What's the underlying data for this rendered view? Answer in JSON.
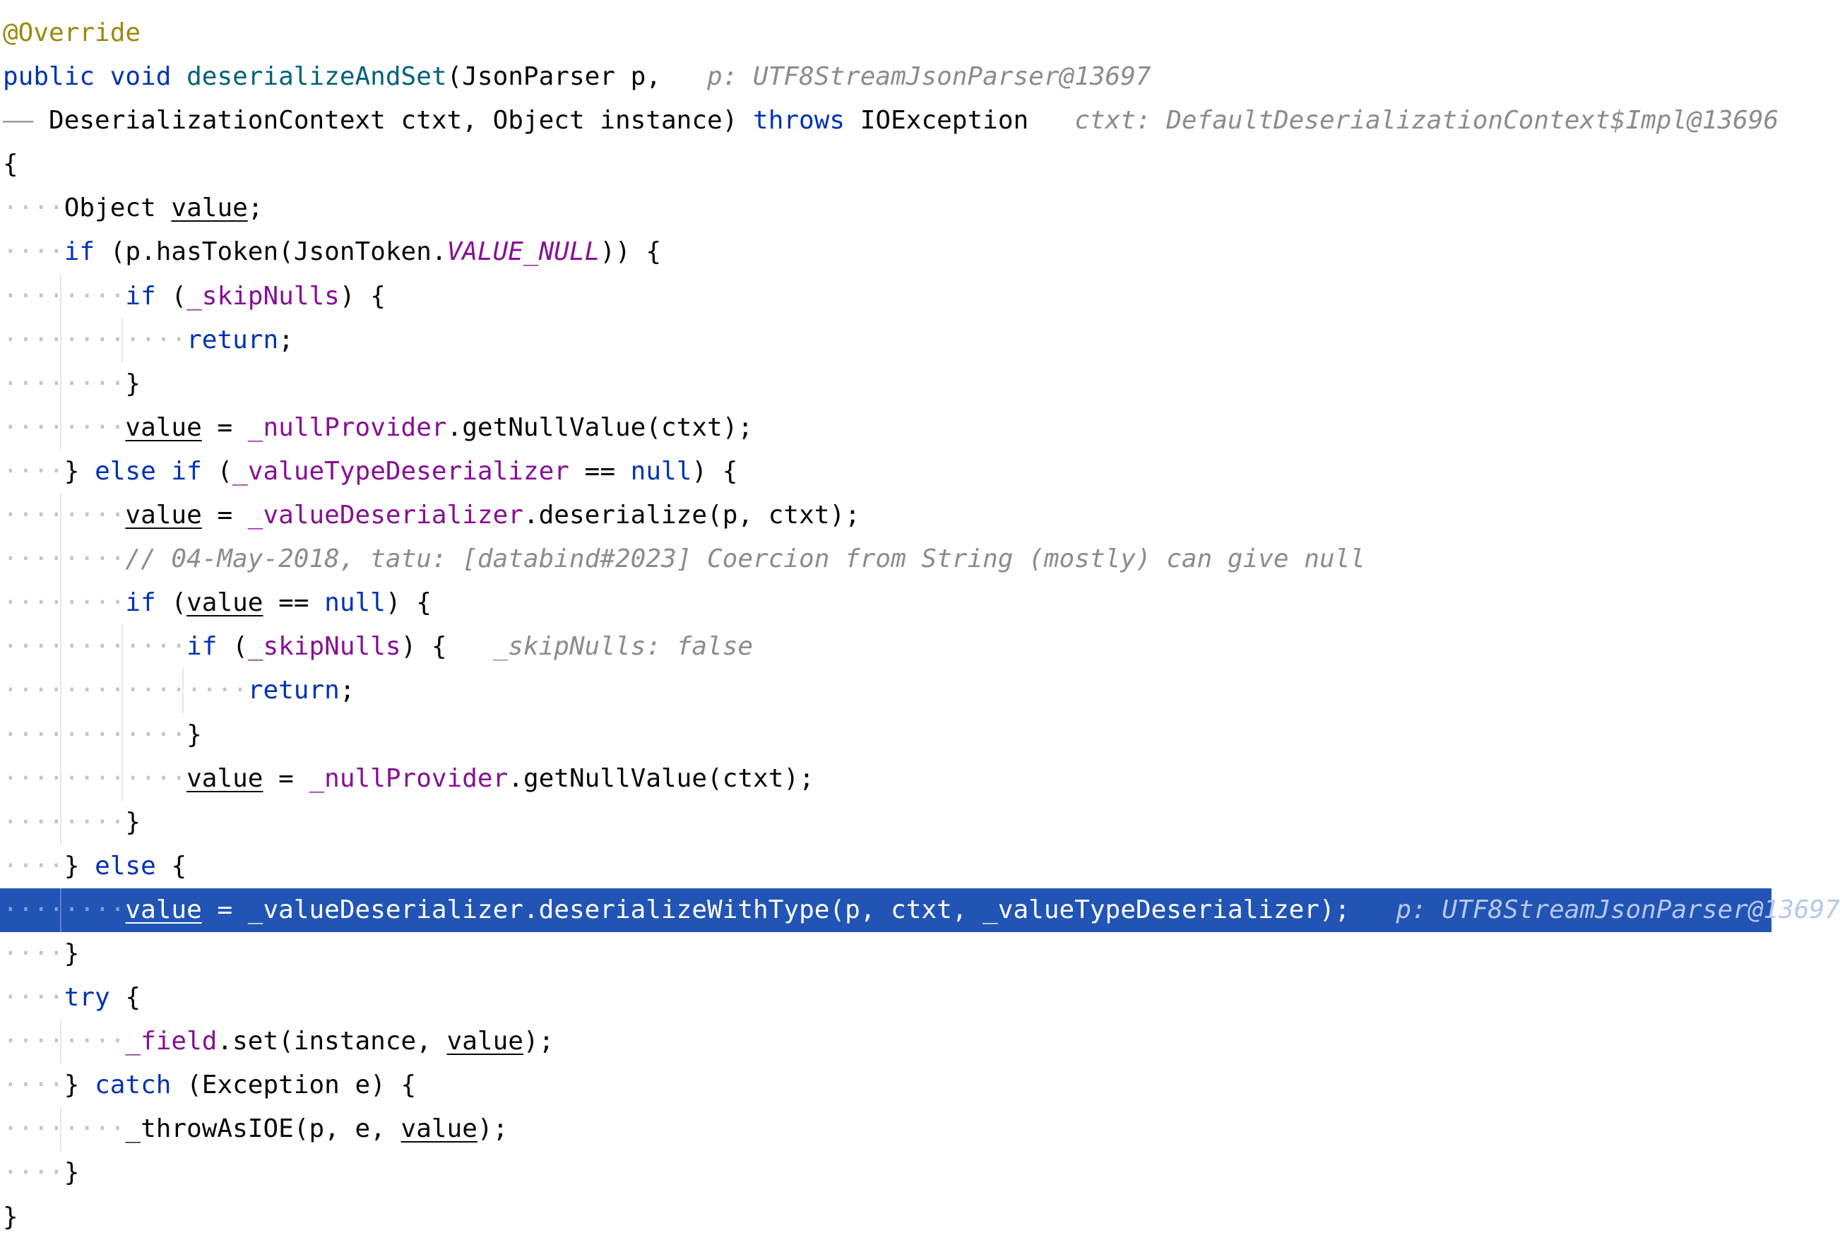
{
  "editor": {
    "current_line_index": 20,
    "colors": {
      "background": "#ffffff",
      "current_line": "#2154b5",
      "keyword": "#0033b3",
      "annotation": "#9e880d",
      "method": "#00627a",
      "field": "#871094",
      "comment": "#8c8c8c",
      "inline_hint": "#8c8c8c"
    },
    "lines": [
      {
        "indent": 0,
        "tokens": [
          {
            "k": "ann",
            "t": "@Override"
          }
        ]
      },
      {
        "indent": 0,
        "tokens": [
          {
            "k": "kw",
            "t": "public void "
          },
          {
            "k": "fn",
            "t": "deserializeAndSet"
          },
          {
            "k": "plain",
            "t": "(JsonParser p,"
          },
          {
            "k": "hint",
            "t": "   p: UTF8StreamJsonParser@13697"
          }
        ]
      },
      {
        "indent": 0,
        "tokens": [
          {
            "k": "wrap",
            "t": "—— "
          },
          {
            "k": "plain",
            "t": "DeserializationContext ctxt, Object instance) "
          },
          {
            "k": "kw",
            "t": "throws "
          },
          {
            "k": "plain",
            "t": "IOException"
          },
          {
            "k": "hint",
            "t": "   ctxt: DefaultDeserializationContext$Impl@13696"
          }
        ]
      },
      {
        "indent": 0,
        "tokens": [
          {
            "k": "plain",
            "t": "{"
          }
        ]
      },
      {
        "indent": 1,
        "tokens": [
          {
            "k": "plain",
            "t": "Object "
          },
          {
            "k": "var",
            "t": "value"
          },
          {
            "k": "plain",
            "t": ";"
          }
        ]
      },
      {
        "indent": 1,
        "tokens": [
          {
            "k": "kw",
            "t": "if "
          },
          {
            "k": "plain",
            "t": "(p.hasToken(JsonToken."
          },
          {
            "k": "const",
            "t": "VALUE_NULL"
          },
          {
            "k": "plain",
            "t": ")) {"
          }
        ]
      },
      {
        "indent": 2,
        "tokens": [
          {
            "k": "kw",
            "t": "if "
          },
          {
            "k": "plain",
            "t": "("
          },
          {
            "k": "fld",
            "t": "_skipNulls"
          },
          {
            "k": "plain",
            "t": ") {"
          }
        ]
      },
      {
        "indent": 3,
        "tokens": [
          {
            "k": "kw",
            "t": "return"
          },
          {
            "k": "plain",
            "t": ";"
          }
        ]
      },
      {
        "indent": 2,
        "tokens": [
          {
            "k": "plain",
            "t": "}"
          }
        ]
      },
      {
        "indent": 2,
        "tokens": [
          {
            "k": "var",
            "t": "value"
          },
          {
            "k": "plain",
            "t": " = "
          },
          {
            "k": "fld",
            "t": "_nullProvider"
          },
          {
            "k": "plain",
            "t": ".getNullValue(ctxt);"
          }
        ]
      },
      {
        "indent": 1,
        "tokens": [
          {
            "k": "plain",
            "t": "} "
          },
          {
            "k": "kw",
            "t": "else if "
          },
          {
            "k": "plain",
            "t": "("
          },
          {
            "k": "fld",
            "t": "_valueTypeDeserializer"
          },
          {
            "k": "plain",
            "t": " == "
          },
          {
            "k": "kw",
            "t": "null"
          },
          {
            "k": "plain",
            "t": ") {"
          }
        ]
      },
      {
        "indent": 2,
        "tokens": [
          {
            "k": "var",
            "t": "value"
          },
          {
            "k": "plain",
            "t": " = "
          },
          {
            "k": "fld",
            "t": "_valueDeserializer"
          },
          {
            "k": "plain",
            "t": ".deserialize(p, ctxt);"
          }
        ]
      },
      {
        "indent": 2,
        "tokens": [
          {
            "k": "cmt",
            "t": "// 04-May-2018, tatu: [databind#2023] Coercion from String (mostly) can give null"
          }
        ]
      },
      {
        "indent": 2,
        "tokens": [
          {
            "k": "kw",
            "t": "if "
          },
          {
            "k": "plain",
            "t": "("
          },
          {
            "k": "var",
            "t": "value"
          },
          {
            "k": "plain",
            "t": " == "
          },
          {
            "k": "kw",
            "t": "null"
          },
          {
            "k": "plain",
            "t": ") {"
          }
        ]
      },
      {
        "indent": 3,
        "tokens": [
          {
            "k": "kw",
            "t": "if "
          },
          {
            "k": "plain",
            "t": "("
          },
          {
            "k": "fld",
            "t": "_skipNulls"
          },
          {
            "k": "plain",
            "t": ") {"
          },
          {
            "k": "hint",
            "t": "   _skipNulls: false"
          }
        ]
      },
      {
        "indent": 4,
        "tokens": [
          {
            "k": "kw",
            "t": "return"
          },
          {
            "k": "plain",
            "t": ";"
          }
        ]
      },
      {
        "indent": 3,
        "tokens": [
          {
            "k": "plain",
            "t": "}"
          }
        ]
      },
      {
        "indent": 3,
        "tokens": [
          {
            "k": "var",
            "t": "value"
          },
          {
            "k": "plain",
            "t": " = "
          },
          {
            "k": "fld",
            "t": "_nullProvider"
          },
          {
            "k": "plain",
            "t": ".getNullValue(ctxt);"
          }
        ]
      },
      {
        "indent": 2,
        "tokens": [
          {
            "k": "plain",
            "t": "}"
          }
        ]
      },
      {
        "indent": 1,
        "tokens": [
          {
            "k": "plain",
            "t": "} "
          },
          {
            "k": "kw",
            "t": "else "
          },
          {
            "k": "plain",
            "t": "{"
          }
        ]
      },
      {
        "indent": 2,
        "tokens": [
          {
            "k": "var",
            "t": "value"
          },
          {
            "k": "plain",
            "t": " = "
          },
          {
            "k": "fld",
            "t": "_valueDeserializer"
          },
          {
            "k": "plain",
            "t": ".deserializeWithType(p, ctxt, "
          },
          {
            "k": "fld",
            "t": "_valueTypeDeserializer"
          },
          {
            "k": "plain",
            "t": ");"
          },
          {
            "k": "hint",
            "t": "   p: UTF8StreamJsonParser@13697"
          }
        ]
      },
      {
        "indent": 1,
        "tokens": [
          {
            "k": "plain",
            "t": "}"
          }
        ]
      },
      {
        "indent": 1,
        "tokens": [
          {
            "k": "kw",
            "t": "try "
          },
          {
            "k": "plain",
            "t": "{"
          }
        ]
      },
      {
        "indent": 2,
        "tokens": [
          {
            "k": "fld",
            "t": "_field"
          },
          {
            "k": "plain",
            "t": ".set(instance, "
          },
          {
            "k": "var",
            "t": "value"
          },
          {
            "k": "plain",
            "t": ");"
          }
        ]
      },
      {
        "indent": 1,
        "tokens": [
          {
            "k": "plain",
            "t": "} "
          },
          {
            "k": "kw",
            "t": "catch "
          },
          {
            "k": "plain",
            "t": "(Exception e) {"
          }
        ]
      },
      {
        "indent": 2,
        "tokens": [
          {
            "k": "plain",
            "t": "_throwAsIOE(p, e, "
          },
          {
            "k": "var",
            "t": "value"
          },
          {
            "k": "plain",
            "t": ");"
          }
        ]
      },
      {
        "indent": 1,
        "tokens": [
          {
            "k": "plain",
            "t": "}"
          }
        ]
      },
      {
        "indent": 0,
        "tokens": [
          {
            "k": "plain",
            "t": "}"
          }
        ]
      }
    ]
  }
}
